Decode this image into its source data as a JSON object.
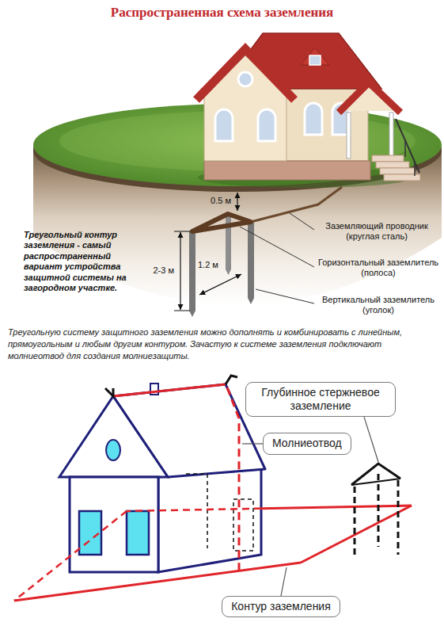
{
  "diagram": {
    "title": "Распространенная схема заземления",
    "nodes": [
      {
        "text": [
          "Глубинное стержневое заземление"
        ]
      },
      {
        "text": [
          "Молниеотвод"
        ]
      },
      {
        "text": [
          "Контур заземления"
        ]
      }
    ],
    "labels": [
      "0.5 м",
      "Заземляющий проводник (круглая сталь)",
      "Треугольный контур заземления - самый распространенный вариант устройства защитной системы на загородном участке.",
      "2-3 м",
      "1.2 м",
      "Горизонтальный заземлитель (полоса)",
      "Вертикальный заземлитель (уголок)",
      "Треугольную систему защитного заземления можно дополнять и комбинировать с линейным, прямоугольным и любым другим контуром. Зачастую к системе заземления подключают молниеотвод для создания молниезащиты."
    ]
  }
}
